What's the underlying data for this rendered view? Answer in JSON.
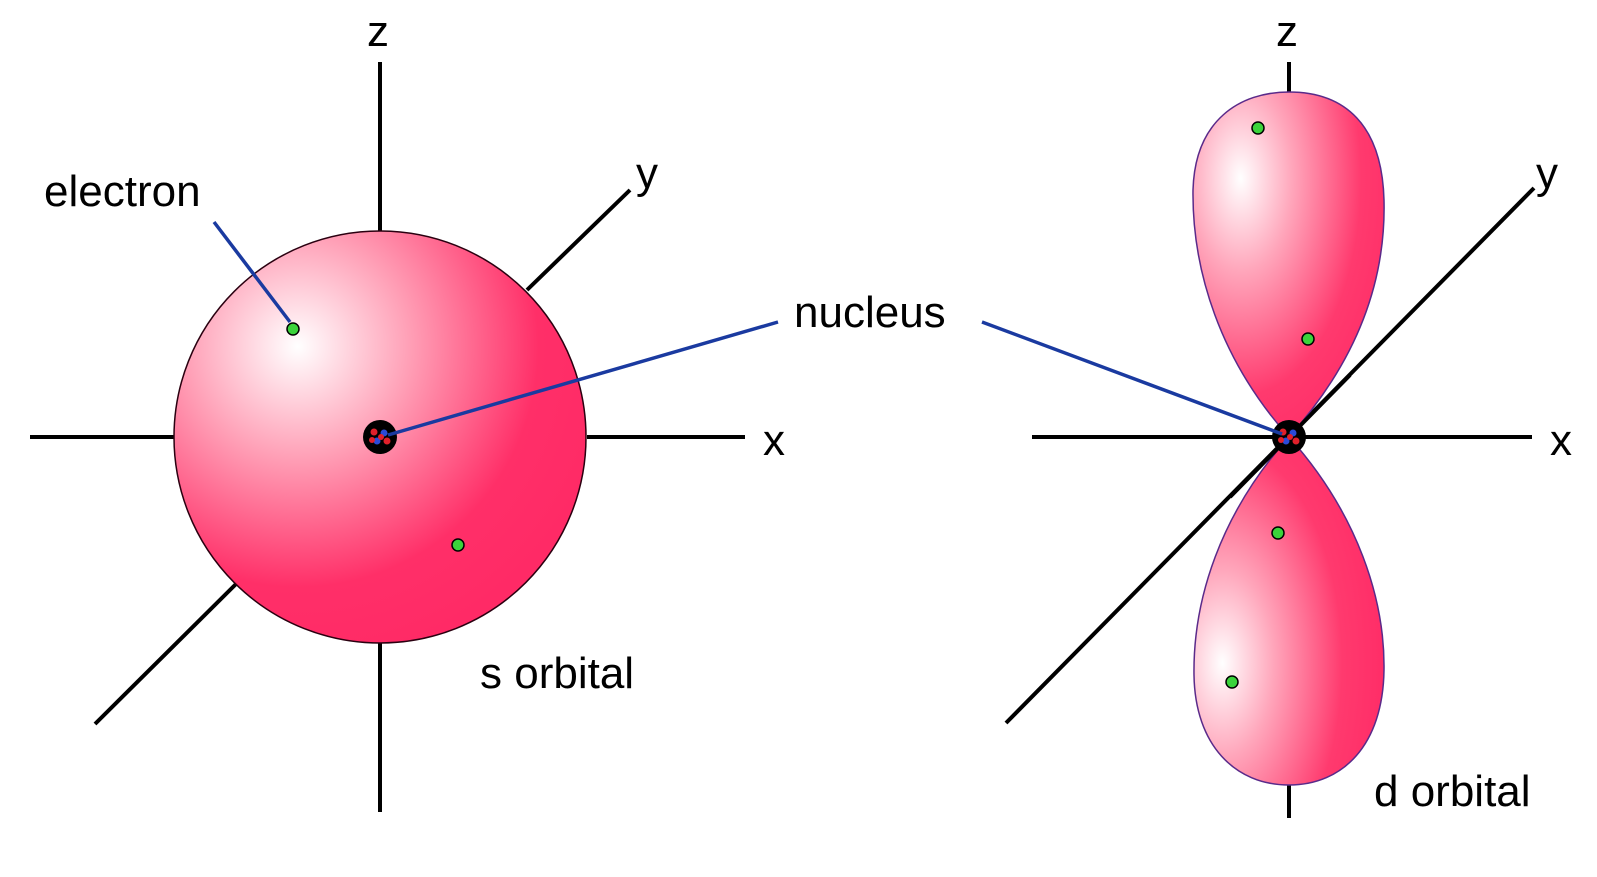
{
  "labels": {
    "electron": "electron",
    "nucleus": "nucleus",
    "s_orbital": "s orbital",
    "d_orbital": "d orbital"
  },
  "axes": {
    "x": "x",
    "y": "y",
    "z": "z"
  },
  "colors": {
    "orbital_light": "#ffe4ea",
    "orbital_dark": "#ff2a66",
    "electron": "#3bd33b",
    "leader_line": "#1a3aa0",
    "proton": "#e0202a",
    "neutron": "#2a4ad8"
  }
}
